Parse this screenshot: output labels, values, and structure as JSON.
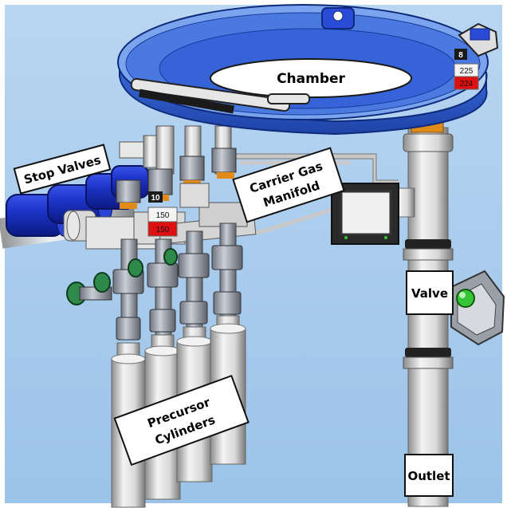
{
  "labels": {
    "chamber": "Chamber",
    "stop_valves": "Stop Valves",
    "carrier_gas_line1": "Carrier Gas",
    "carrier_gas_line2": "Manifold",
    "valve": "Valve",
    "precursor_line1": "Precursor",
    "precursor_line2": "Cylinders",
    "outlet": "Outlet"
  },
  "readouts": {
    "chamber_index": "8",
    "chamber_setpoint": "225",
    "chamber_actual": "224",
    "manifold_index": "10",
    "manifold_setpoint": "150",
    "manifold_actual": "150"
  },
  "colors": {
    "background": "#a9ccec",
    "chamber_blue": "#2b56c8",
    "cap_blue": "#1d3fd0",
    "alarm_red": "#e01010",
    "led_green": "#35c435",
    "fitting_orange": "#e08a1a"
  }
}
